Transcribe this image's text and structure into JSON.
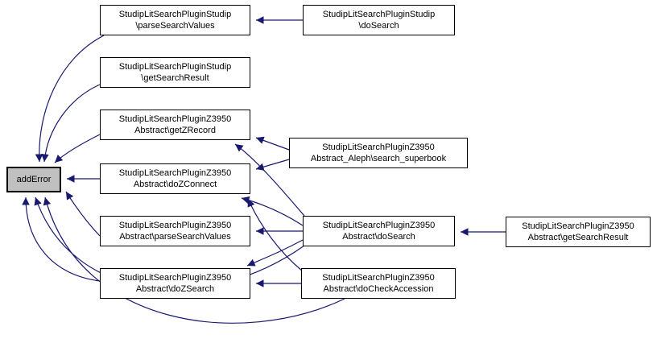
{
  "colors": {
    "edge": "#191970",
    "nodeBorder": "#000000",
    "nodeFill": "#ffffff",
    "highlightFill": "#c0c0c0",
    "background": "#ffffff"
  },
  "nodes": {
    "addError": {
      "line1": "addError",
      "line2": ""
    },
    "studipParse": {
      "line1": "StudipLitSearchPluginStudip",
      "line2": "\\parseSearchValues"
    },
    "studipDoSearch": {
      "line1": "StudipLitSearchPluginStudip",
      "line2": "\\doSearch"
    },
    "studipGetResult": {
      "line1": "StudipLitSearchPluginStudip",
      "line2": "\\getSearchResult"
    },
    "getZRecord": {
      "line1": "StudipLitSearchPluginZ3950",
      "line2": "Abstract\\getZRecord"
    },
    "searchSuperbook": {
      "line1": "StudipLitSearchPluginZ3950",
      "line2": "Abstract_Aleph\\search_superbook"
    },
    "doZConnect": {
      "line1": "StudipLitSearchPluginZ3950",
      "line2": "Abstract\\doZConnect"
    },
    "parseZ": {
      "line1": "StudipLitSearchPluginZ3950",
      "line2": "Abstract\\parseSearchValues"
    },
    "doSearchZ": {
      "line1": "StudipLitSearchPluginZ3950",
      "line2": "Abstract\\doSearch"
    },
    "getResultZ": {
      "line1": "StudipLitSearchPluginZ3950",
      "line2": "Abstract\\getSearchResult"
    },
    "doZSearch": {
      "line1": "StudipLitSearchPluginZ3950",
      "line2": "Abstract\\doZSearch"
    },
    "doCheck": {
      "line1": "StudipLitSearchPluginZ3950",
      "line2": "Abstract\\doCheckAccession"
    }
  },
  "edges": [
    {
      "from": "studipDoSearch",
      "to": "studipParse"
    },
    {
      "from": "studipParse",
      "to": "addError"
    },
    {
      "from": "studipGetResult",
      "to": "addError"
    },
    {
      "from": "getZRecord",
      "to": "addError"
    },
    {
      "from": "searchSuperbook",
      "to": "getZRecord"
    },
    {
      "from": "doSearchZ",
      "to": "getZRecord"
    },
    {
      "from": "searchSuperbook",
      "to": "doZConnect"
    },
    {
      "from": "doSearchZ",
      "to": "doZConnect"
    },
    {
      "from": "doCheck",
      "to": "doZConnect"
    },
    {
      "from": "doSearchZ",
      "to": "parseZ"
    },
    {
      "from": "getResultZ",
      "to": "doSearchZ"
    },
    {
      "from": "doSearchZ",
      "to": "doZSearch"
    },
    {
      "from": "doCheck",
      "to": "doZSearch"
    },
    {
      "from": "parseZ",
      "to": "addError"
    },
    {
      "from": "doZConnect",
      "to": "addError"
    },
    {
      "from": "doZSearch",
      "to": "addError"
    },
    {
      "from": "doSearchZ",
      "to": "addError"
    },
    {
      "from": "doCheck",
      "to": "addError"
    }
  ]
}
